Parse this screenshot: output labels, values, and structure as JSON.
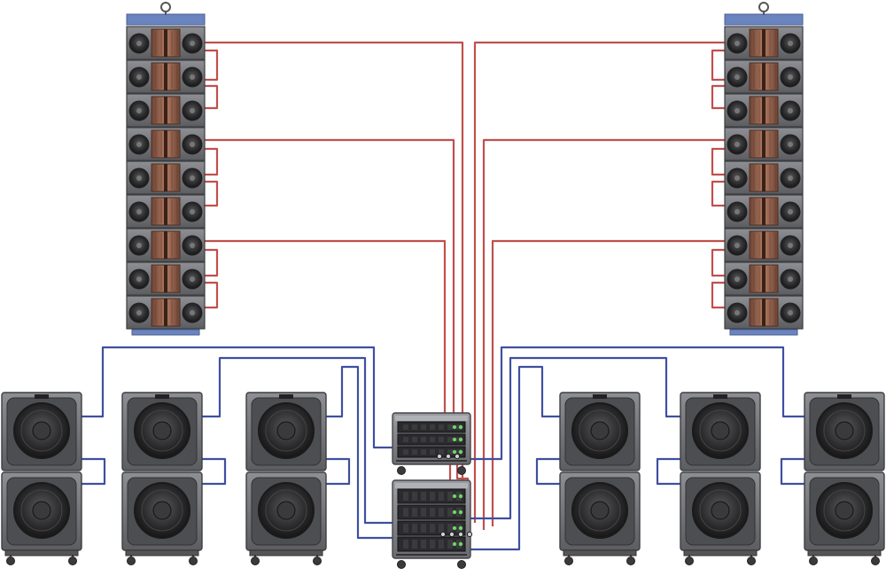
{
  "diagram": {
    "background": "#ffffff",
    "colors": {
      "speaker_cable": "#c0504d",
      "sub_cable": "#3f4fa0",
      "box_dark": "#3a3a3c",
      "box_mid": "#6d6e72",
      "box_light": "#9a9ba0",
      "horn_wood": "#8a5a44",
      "bumper": "#6a84c0",
      "rack_panel": "#2b2b2e"
    },
    "line_array_left": {
      "cabinets": 9,
      "icon": "line-array-cabinet-icon"
    },
    "line_array_right": {
      "cabinets": 9,
      "icon": "line-array-cabinet-icon"
    },
    "subwoofer_stacks": {
      "count": 6,
      "units_per_stack": 2,
      "icon": "subwoofer-icon"
    },
    "amplifier_racks": {
      "count": 2,
      "icon": "amplifier-rack-icon"
    }
  }
}
